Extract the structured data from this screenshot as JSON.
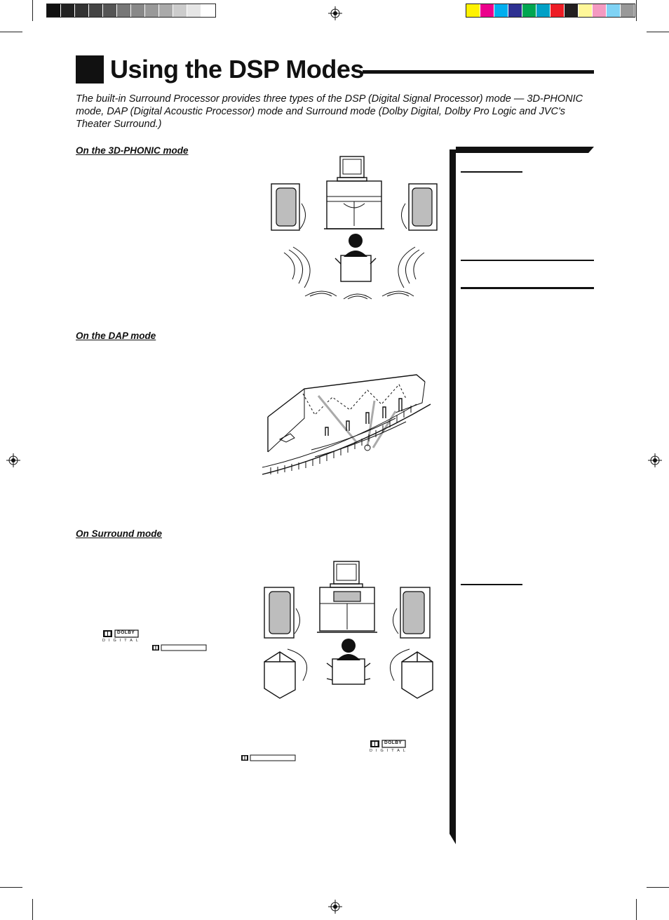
{
  "title": "Using the DSP Modes",
  "intro": "The built-in Surround Processor provides three types of the DSP (Digital Signal Processor) mode — 3D-PHONIC mode, DAP (Digital Acoustic Processor) mode and Surround mode (Dolby Digital, Dolby Pro Logic and JVC's Theater Surround.)",
  "sections": [
    {
      "heading": "On the 3D-PHONIC mode"
    },
    {
      "heading": "On the DAP mode"
    },
    {
      "heading": "On Surround mode"
    }
  ],
  "dolby_logo": {
    "top_text": "DOLBY",
    "bottom_text": "DIGITAL"
  },
  "gray_swatches": [
    "#111111",
    "#222222",
    "#333333",
    "#444444",
    "#555555",
    "#777777",
    "#888888",
    "#999999",
    "#aaaaaa",
    "#cccccc",
    "#e6e6e6",
    "#ffffff"
  ],
  "color_swatches": [
    "#fff200",
    "#ec008c",
    "#00aeef",
    "#2e3192",
    "#00a651",
    "#00a0c6",
    "#ed1c24",
    "#231f20",
    "#fff799",
    "#f49ac1",
    "#7fd3f5",
    "#999999"
  ]
}
